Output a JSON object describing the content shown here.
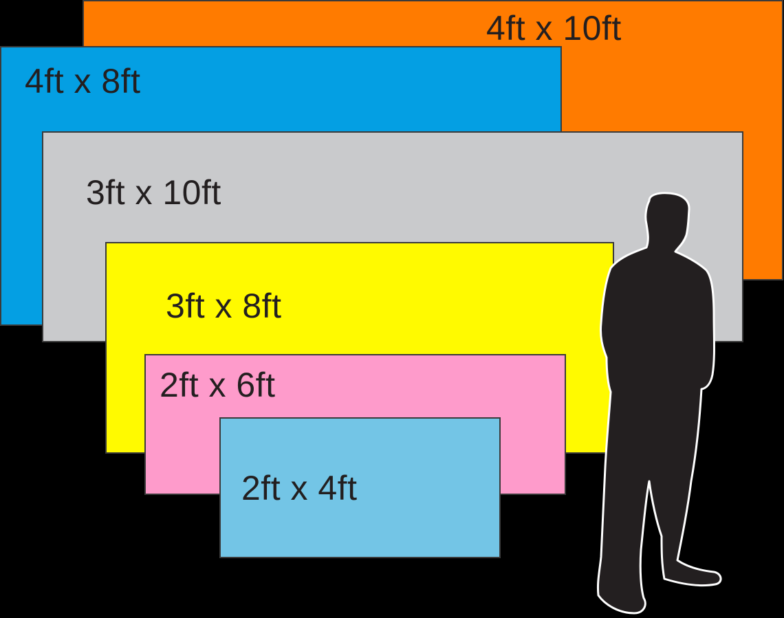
{
  "banners": [
    {
      "id": "4x10",
      "label": "4ft x 10ft",
      "color": "#ff7b00"
    },
    {
      "id": "4x8",
      "label": "4ft x 8ft",
      "color": "#049fe3"
    },
    {
      "id": "3x10",
      "label": "3ft x 10ft",
      "color": "#c9cacc"
    },
    {
      "id": "3x8",
      "label": "3ft x 8ft",
      "color": "#fffa00"
    },
    {
      "id": "2x6",
      "label": "2ft x 6ft",
      "color": "#fe9bcb"
    },
    {
      "id": "2x4",
      "label": "2ft x 4ft",
      "color": "#73c5e6"
    }
  ],
  "figure": {
    "icon": "person-silhouette-icon",
    "fill": "#231f20",
    "outline": "#ffffff"
  },
  "colors": {
    "background": "#000000",
    "label_text": "#231f20"
  }
}
